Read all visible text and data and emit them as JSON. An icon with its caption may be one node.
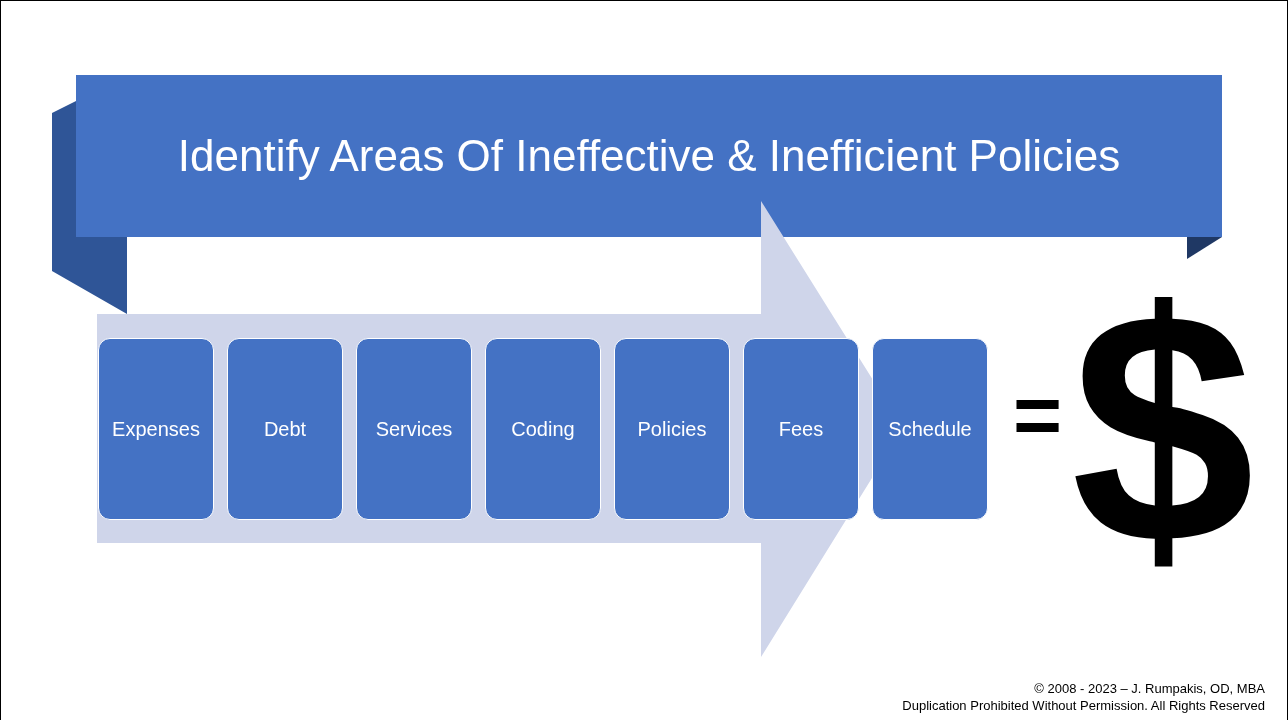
{
  "diagram": {
    "nodes": [
      {
        "text": [
          "Identify Areas Of Ineffective & Inefficient Policies"
        ]
      },
      {
        "text": [],
        "shape": "arrow"
      },
      {
        "text": [
          "Expenses"
        ],
        "in": 1
      },
      {
        "text": [
          "Debt"
        ],
        "in": 1
      },
      {
        "text": [
          "Services"
        ],
        "in": 1
      },
      {
        "text": [
          "Coding"
        ],
        "in": 1
      },
      {
        "text": [
          "Policies"
        ],
        "in": 1
      },
      {
        "text": [
          "Fees"
        ],
        "in": 1
      },
      {
        "text": [
          "Schedule"
        ]
      }
    ],
    "edges": [],
    "labels": [
      "=",
      "$",
      "© 2008 - 2023 – J. Rumpakis, OD, MBA",
      "Duplication Prohibited Without Permission. All Rights Reserved"
    ]
  }
}
